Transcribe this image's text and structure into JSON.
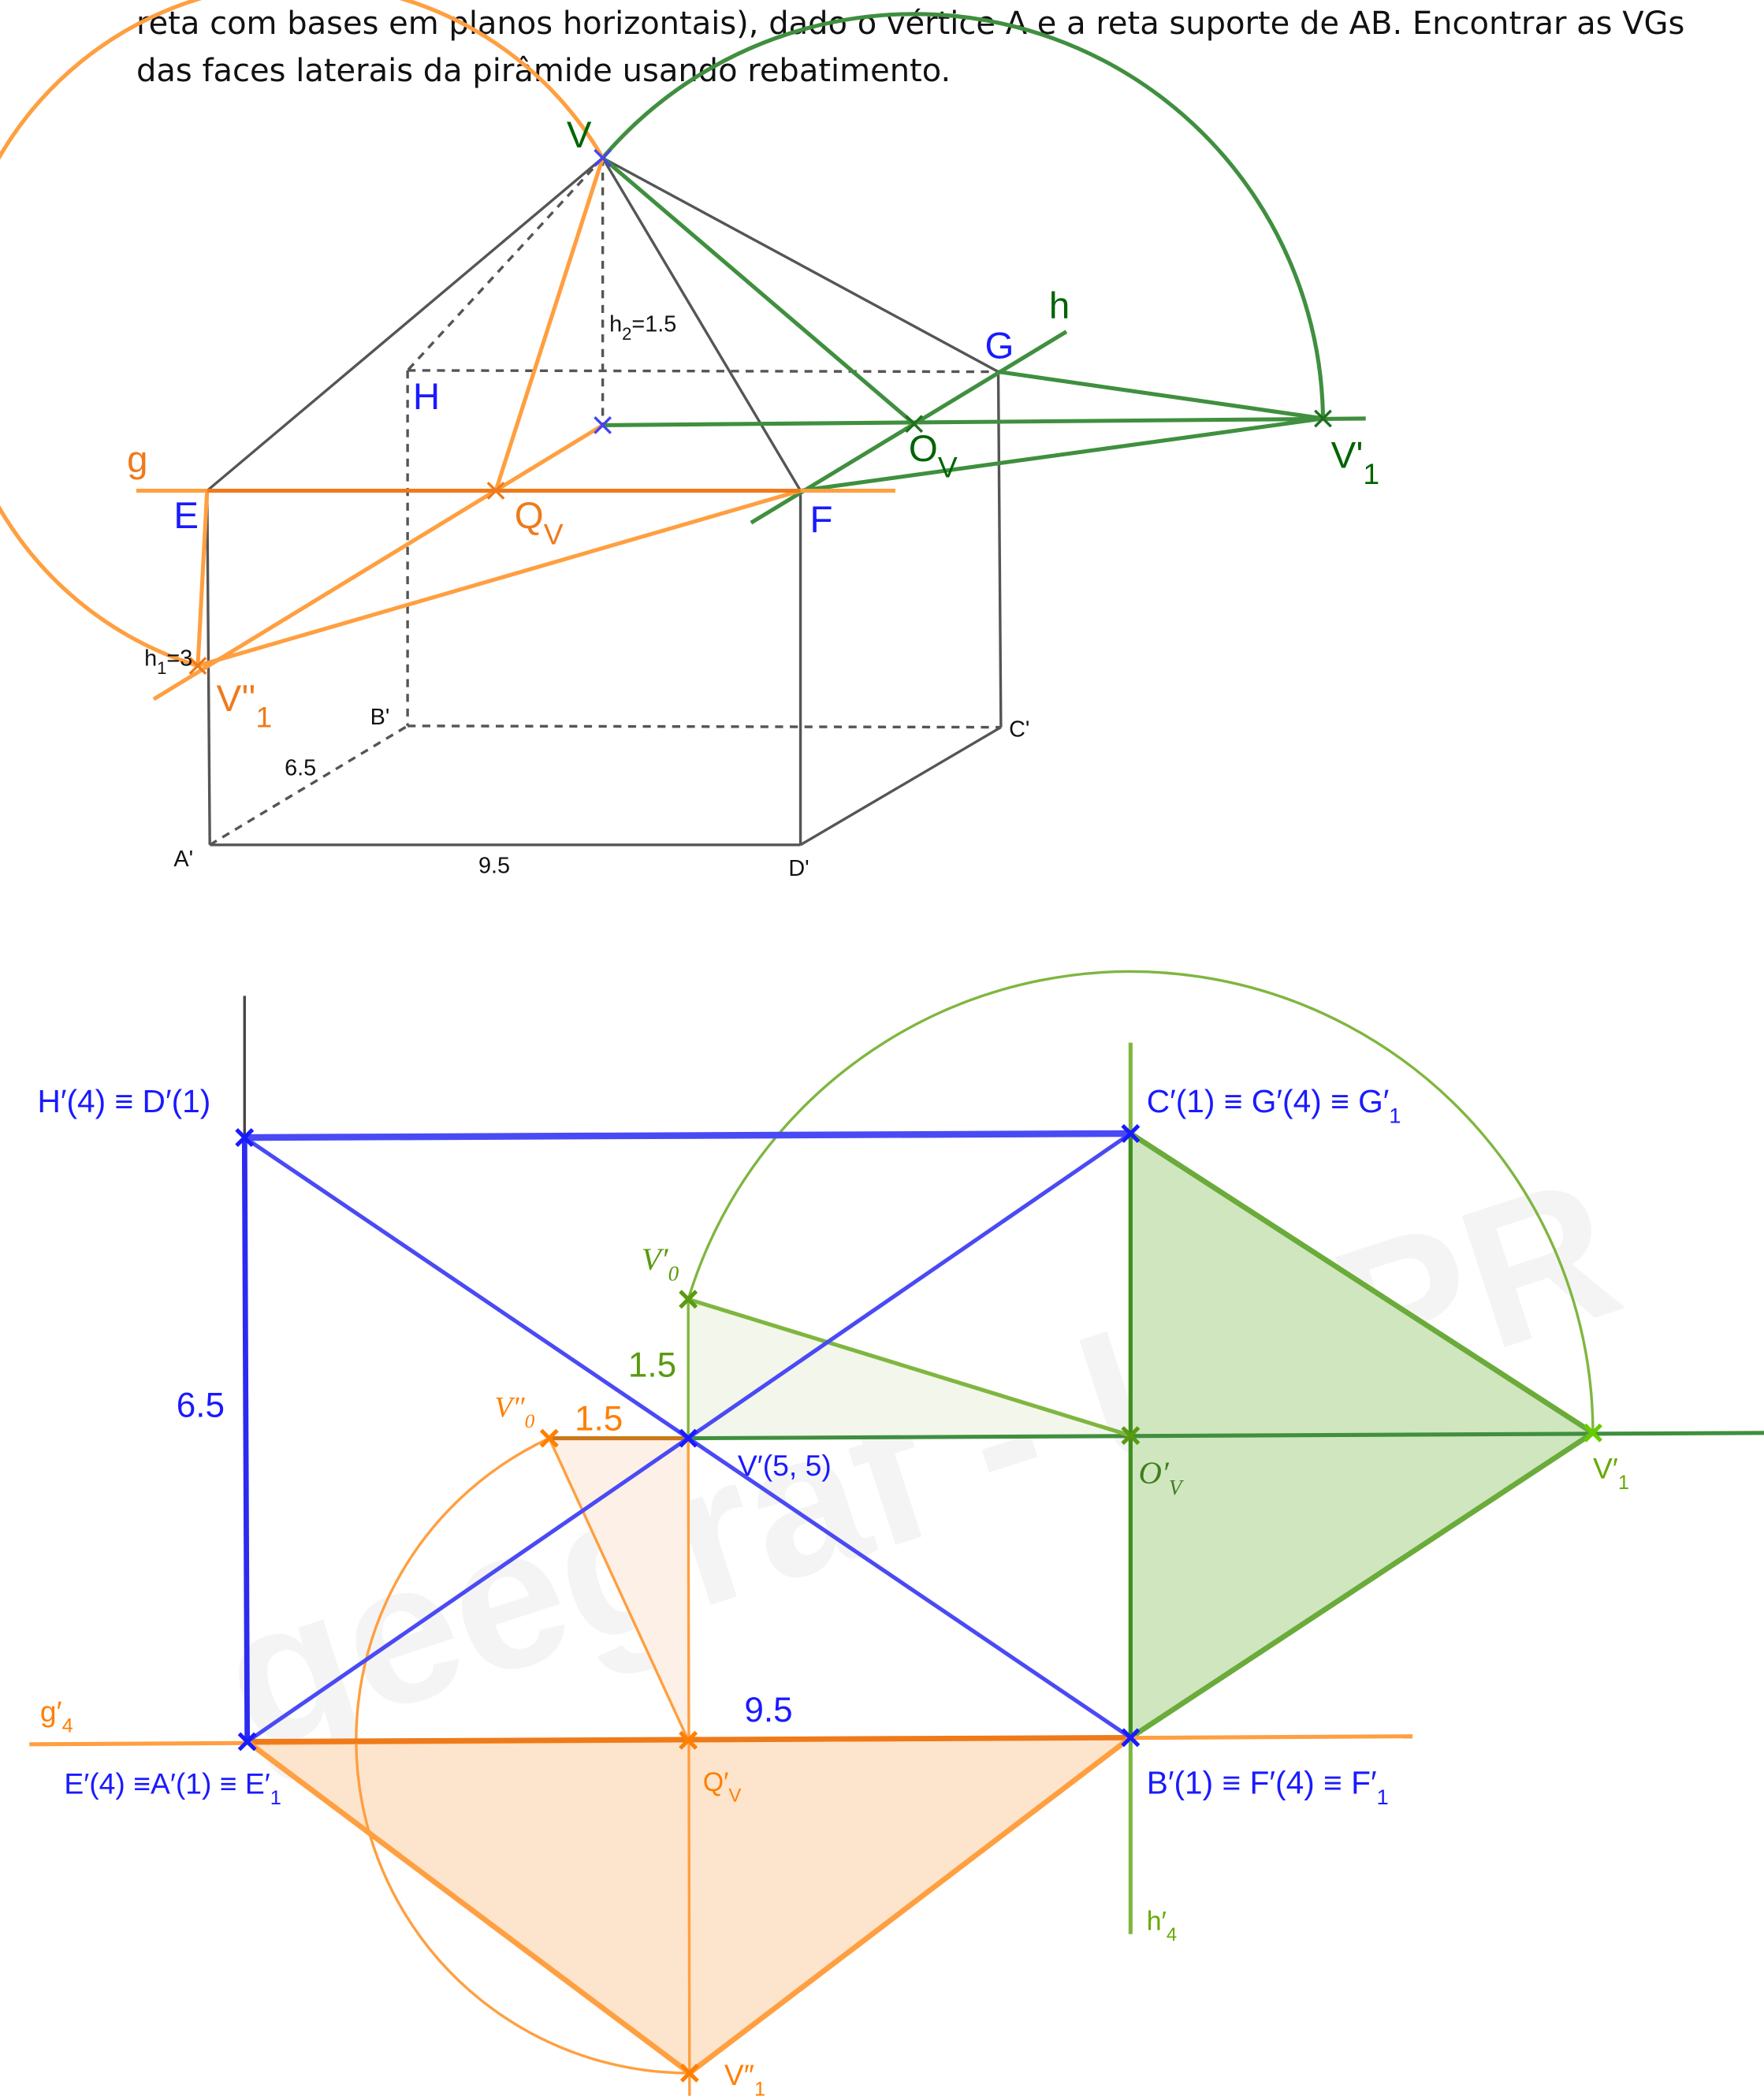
{
  "intro_lines": [
    "reta com bases em planos horizontais), dado o vértice A e a reta suporte de AB. Encontrar as VGs",
    "das faces laterais da pirâmide usando rebatimento."
  ],
  "watermark": "geegraf - UFPR",
  "colors": {
    "blue": "#2b2bf0",
    "green": "#3f8f3f",
    "lightgreen": "#7fb640",
    "orange": "#ff9f40",
    "darkorange": "#ef7a1a",
    "black": "#444444"
  },
  "top_figure": {
    "labels": {
      "V": "V",
      "h": "h",
      "G": "G",
      "H": "H",
      "g": "g",
      "E": "E",
      "QV": "Q",
      "QV_sub": "V",
      "OV": "O",
      "OV_sub": "V",
      "F": "F",
      "V1p": "V'",
      "V1p_sub": "1",
      "V1pp": "V''",
      "V1pp_sub": "1",
      "h1": "h",
      "h1_sub": "1",
      "h1_val": "=3",
      "h2": "h",
      "h2_sub": "2",
      "h2_val": "=1.5",
      "Bp": "B'",
      "Cp": "C'",
      "Ap": "A'",
      "Dp": "D'",
      "dim_65": "6.5",
      "dim_95": "9.5"
    }
  },
  "bottom_figure": {
    "labels": {
      "HD": "H′(4) ≡ D′(1)",
      "CG": "C′(1) ≡ G′(4) ≡ G′",
      "CG_sub": "1",
      "V0p": "V′",
      "V0p_sub": "0",
      "dim_15_green": "1.5",
      "dim_65": "6.5",
      "V0pp": "V″",
      "V0pp_sub": "0",
      "dim_15_orange": "1.5",
      "Vp": "V′(5, 5)",
      "OVp": "O′",
      "OVp_sub": "V",
      "V1p": "V′",
      "V1p_sub": "1",
      "g4": "g′",
      "g4_sub": "4",
      "dim_95": "9.5",
      "EA": "E′(4) ≡A′(1) ≡ E′",
      "EA_sub": "1",
      "QVp": "Q′",
      "QVp_sub": "V",
      "BF": "B′(1) ≡ F′(4) ≡ F′",
      "BF_sub": "1",
      "h4": "h′",
      "h4_sub": "4",
      "V1pp": "V″",
      "V1pp_sub": "1"
    }
  }
}
